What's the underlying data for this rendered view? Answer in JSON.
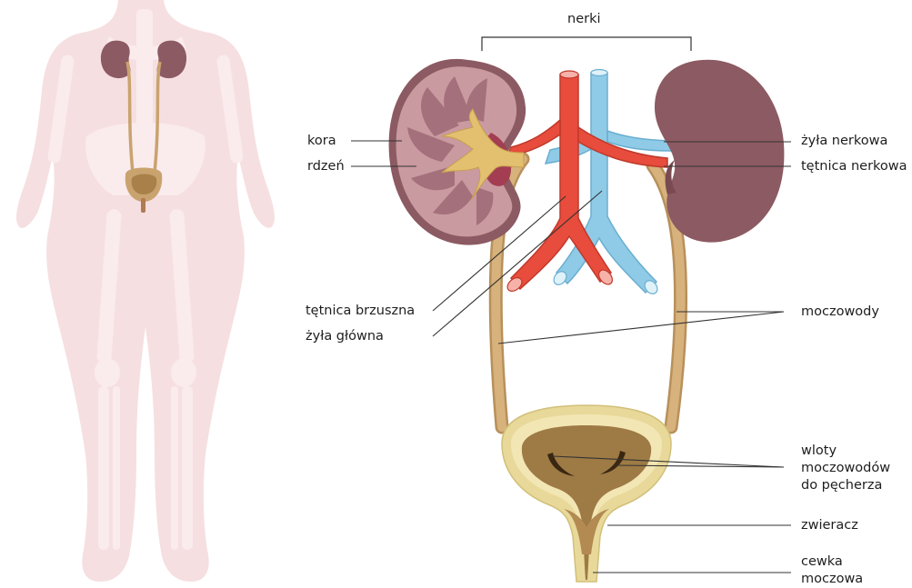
{
  "labels": {
    "nerki": "nerki",
    "kora": "kora",
    "rdzen": "rdzeń",
    "zyla_nerkowa": "żyła nerkowa",
    "tetnica_nerkowa": "tętnica nerkowa",
    "tetnica_brzuszna": "tętnica brzuszna",
    "zyla_glowna": "żyła główna",
    "moczowody": "moczowody",
    "wloty_line1": "wloty",
    "wloty_line2": "moczowodów",
    "wloty_line3": "do pęcherza",
    "zwieracz": "zwieracz",
    "cewka_line1": "cewka",
    "cewka_line2": "moczowa"
  },
  "colors": {
    "body_silhouette": "#f6dfe1",
    "skeleton": "#fbecee",
    "kidney": "#8c5a62",
    "ureter": "#c9a36e",
    "artery": "#e74c3c",
    "vein": "#8fcbe6",
    "bladder_outer": "#ecdfa3",
    "bladder_inner": "#9e7a45"
  }
}
